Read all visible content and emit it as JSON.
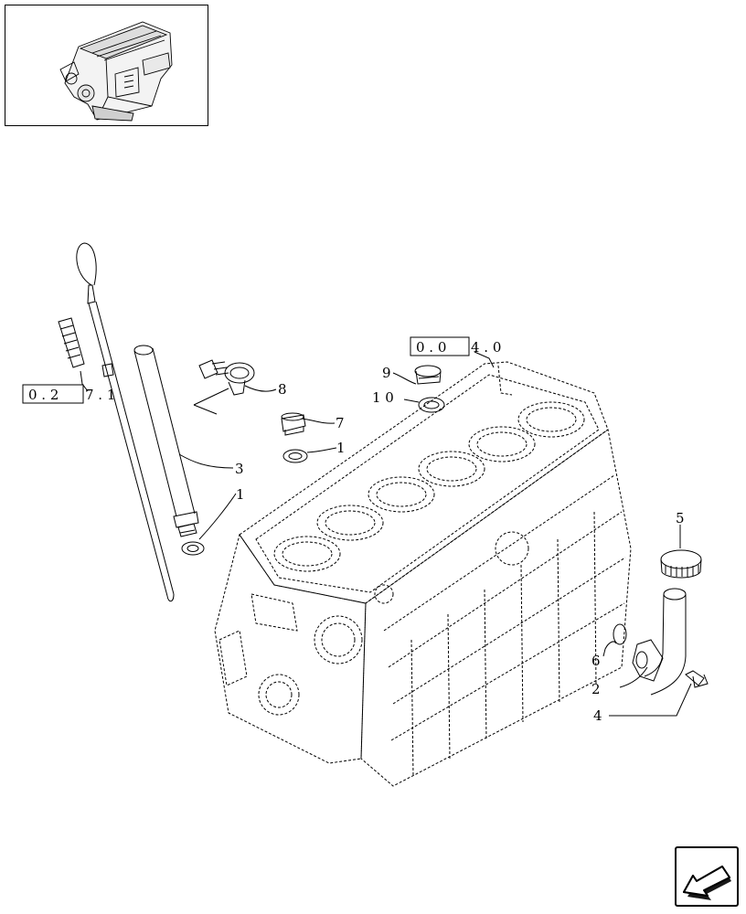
{
  "thumbnail": {
    "icon": "engine-thumbnail"
  },
  "callouts": {
    "c1a": "1",
    "c1b": "1",
    "c2": "2",
    "c3": "3",
    "c4": "4",
    "c5": "5",
    "c6": "6",
    "c7": "7",
    "c8": "8",
    "c9": "9",
    "c10": "1 0"
  },
  "references": {
    "ref_left_box": "0 . 2",
    "ref_left_tail": "7 . 1",
    "ref_top_box": "0 . 0",
    "ref_top_tail": "4 . 0"
  },
  "navigation": {
    "icon": "previous-page-arrow-icon"
  }
}
